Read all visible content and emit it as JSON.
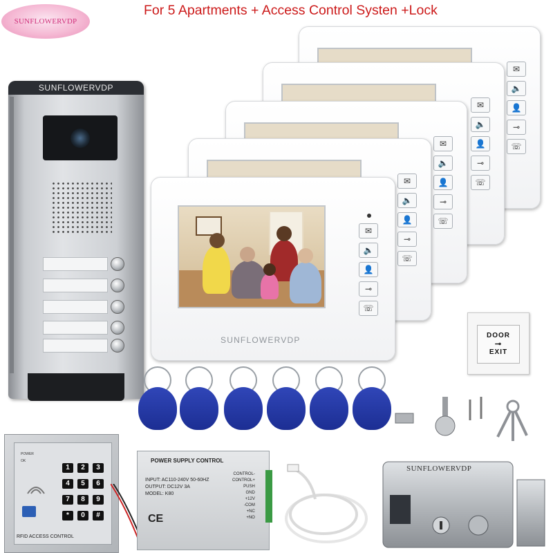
{
  "logo": {
    "text": "SUNFLOWERVDP"
  },
  "headline": {
    "text": "For 5 Apartments + Access Control Systen +Lock"
  },
  "outdoor_panel": {
    "brand": "SUNFLOWERVDP"
  },
  "indoor_monitor": {
    "brand": "SUNFLOWERVDP",
    "count": 5
  },
  "exit_button": {
    "line1": "DOOR",
    "line2": "EXIT"
  },
  "rfid_tags": {
    "count": 6
  },
  "keypad": {
    "keys": [
      "1",
      "2",
      "3",
      "4",
      "5",
      "6",
      "7",
      "8",
      "9",
      "*",
      "0",
      "#"
    ],
    "status_power": "POWER",
    "status_ok": "OK",
    "label": "RFID ACCESS CONTROL"
  },
  "power_supply": {
    "title": "POWER SUPPLY CONTROL",
    "input": "INPUT: AC110-240V 50-60HZ",
    "output": "OUTPUT: DC12V 3A",
    "model": "MODEL: K80",
    "terminals": [
      "CONTROL-",
      "CONTROL+",
      "PUSH",
      "GND",
      "+12V",
      "-COM",
      "+NC",
      "+NO"
    ]
  },
  "lock": {
    "brand": "SUNFLOWERVDP"
  },
  "colors": {
    "headline": "#cc1a1a",
    "logo_text": "#d02f7a",
    "rfid_blue": "#2538a6"
  }
}
